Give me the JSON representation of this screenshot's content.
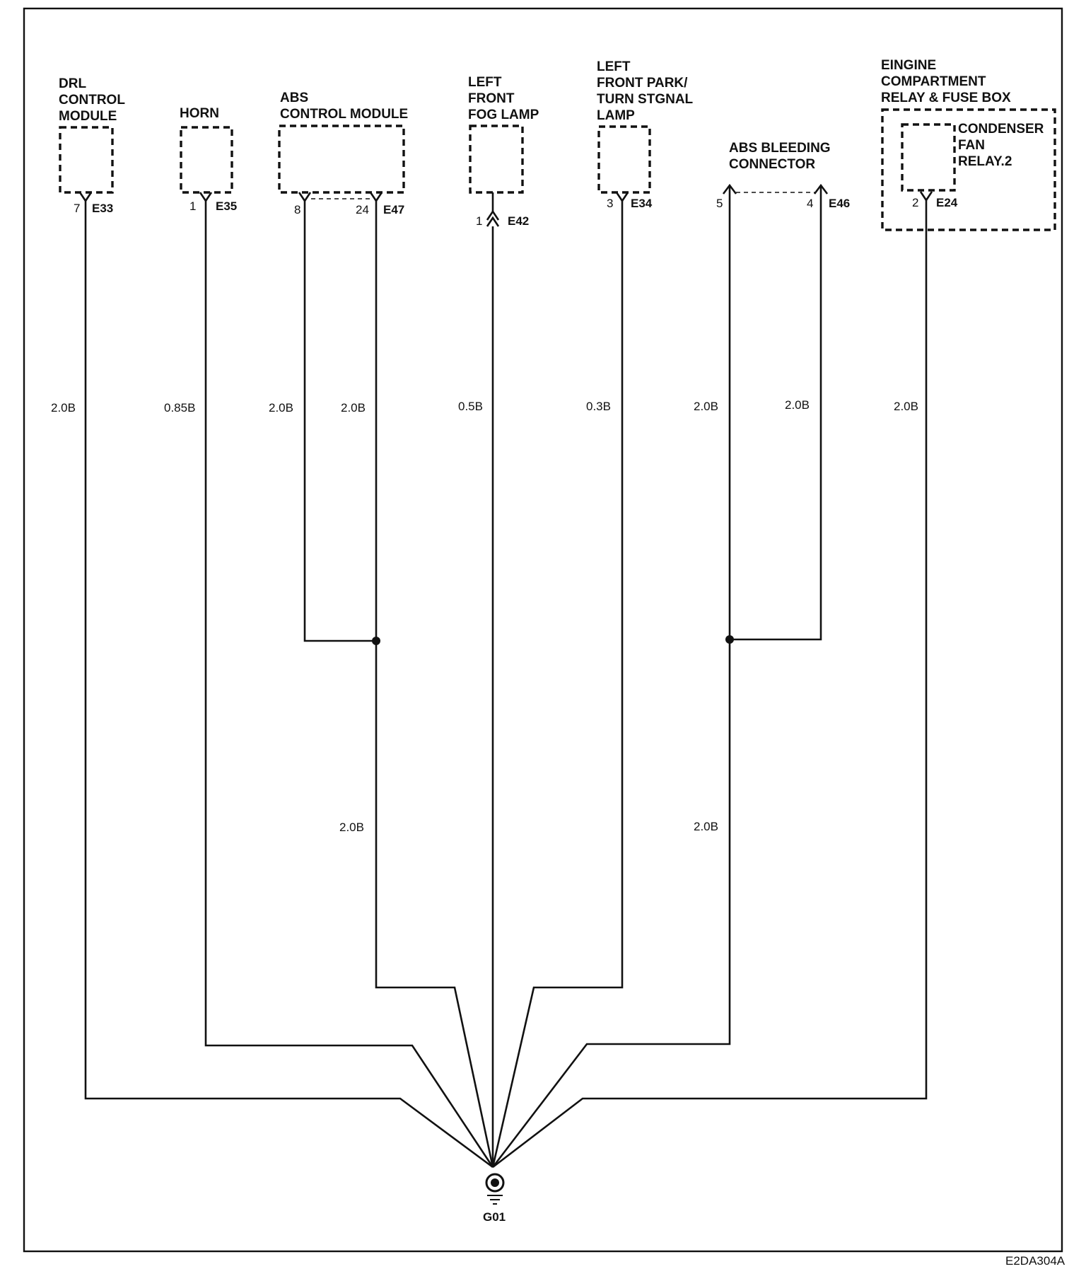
{
  "components": {
    "drl": {
      "lines": [
        "DRL",
        "CONTROL",
        "MODULE"
      ],
      "pin": "7",
      "connector": "E33",
      "wire": "2.0B"
    },
    "horn": {
      "lines": [
        "HORN"
      ],
      "pin": "1",
      "connector": "E35",
      "wire": "0.85B"
    },
    "abs_module": {
      "lines": [
        "ABS",
        "CONTROL MODULE"
      ],
      "pin_a": "8",
      "pin_b": "24",
      "connector": "E47",
      "wire_a": "2.0B",
      "wire_b": "2.0B",
      "wire_joined": "2.0B"
    },
    "fog_lamp": {
      "lines": [
        "LEFT",
        "FRONT",
        "FOG LAMP"
      ],
      "pin": "1",
      "connector": "E42",
      "wire": "0.5B"
    },
    "park_lamp": {
      "lines": [
        "LEFT",
        "FRONT PARK/",
        "TURN STGNAL",
        "LAMP"
      ],
      "pin": "3",
      "connector": "E34",
      "wire": "0.3B"
    },
    "abs_bleeding": {
      "lines": [
        "ABS BLEEDING",
        "CONNECTOR"
      ],
      "pin_a": "5",
      "pin_b": "4",
      "connector": "E46",
      "wire_a": "2.0B",
      "wire_b": "2.0B",
      "wire_joined": "2.0B"
    },
    "fuse_box": {
      "lines": [
        "EINGINE",
        "COMPARTMENT",
        "RELAY & FUSE BOX"
      ],
      "relay_lines": [
        "CONDENSER",
        "FAN",
        "RELAY.2"
      ],
      "pin": "2",
      "connector": "E24",
      "wire": "2.0B"
    }
  },
  "ground": {
    "label": "G01"
  },
  "figure_code": "E2DA304A"
}
